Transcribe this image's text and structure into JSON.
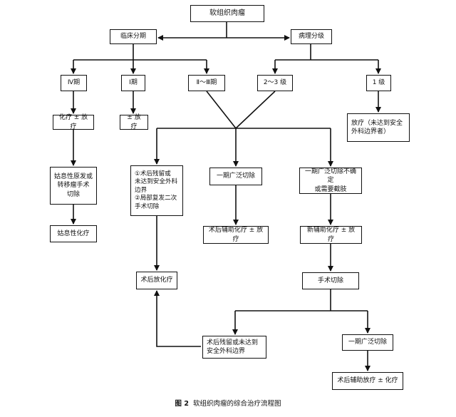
{
  "nodes": {
    "root": "软组织肉瘤",
    "clinical_stage": "临床分期",
    "path_grade": "病理分级",
    "stage_4": "Ⅳ期",
    "stage_1": "Ⅰ期",
    "stage_2_3": "Ⅱ～Ⅲ期",
    "grade_2_3": "2～3 级",
    "grade_1": "1 级",
    "chemo_rt": "化疗 ± 放疗",
    "rt": "± 放疗",
    "rt_unsafe": "放疗（未达到安全\n外科边界者）",
    "palliative_surgery": "姑息性原发或\n转移瘤手术\n切除",
    "residual_recurrence": "①术后残留或\n未达到安全外科\n边界\n②局部复发二次\n手术切除",
    "wide_resection_1": "一期广泛切除",
    "uncertain_wide": "一期广泛切除不确定\n或需要截肢",
    "palliative_chemo": "姑息性化疗",
    "postop_chemo_rt": "术后辅助化疗 ± 放疗",
    "neoadj_chemo_rt": "新辅助化疗 ± 放疗",
    "postop_rt_chemo": "术后放化疗",
    "surgery": "手术切除",
    "residual_unsafe": "术后残留或未达到\n安全外科边界",
    "wide_resection_2": "一期广泛切除",
    "postop_rt_chemo_2": "术后辅助放疗 ± 化疗"
  },
  "caption": {
    "figure_label": "图 2",
    "title": "软组织肉瘤的综合治疗流程图"
  }
}
